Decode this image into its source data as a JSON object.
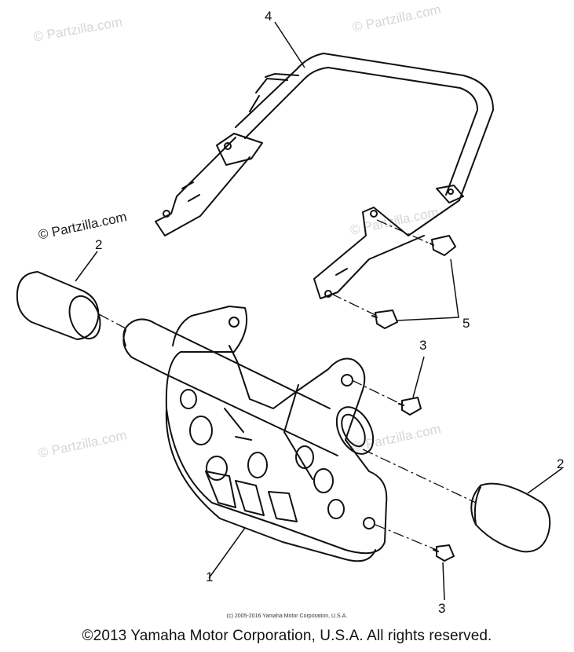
{
  "watermark": "© Partzilla.com",
  "callouts": {
    "part1": "1",
    "part2_left": "2",
    "part2_right": "2",
    "part3_top": "3",
    "part3_bottom": "3",
    "part4": "4",
    "part5": "5"
  },
  "small_copyright": "(c) 2005-2016 Yamaha Motor Corporation, U.S.A.",
  "footer_copyright": "©2013 Yamaha Motor Corporation, U.S.A. All rights reserved."
}
